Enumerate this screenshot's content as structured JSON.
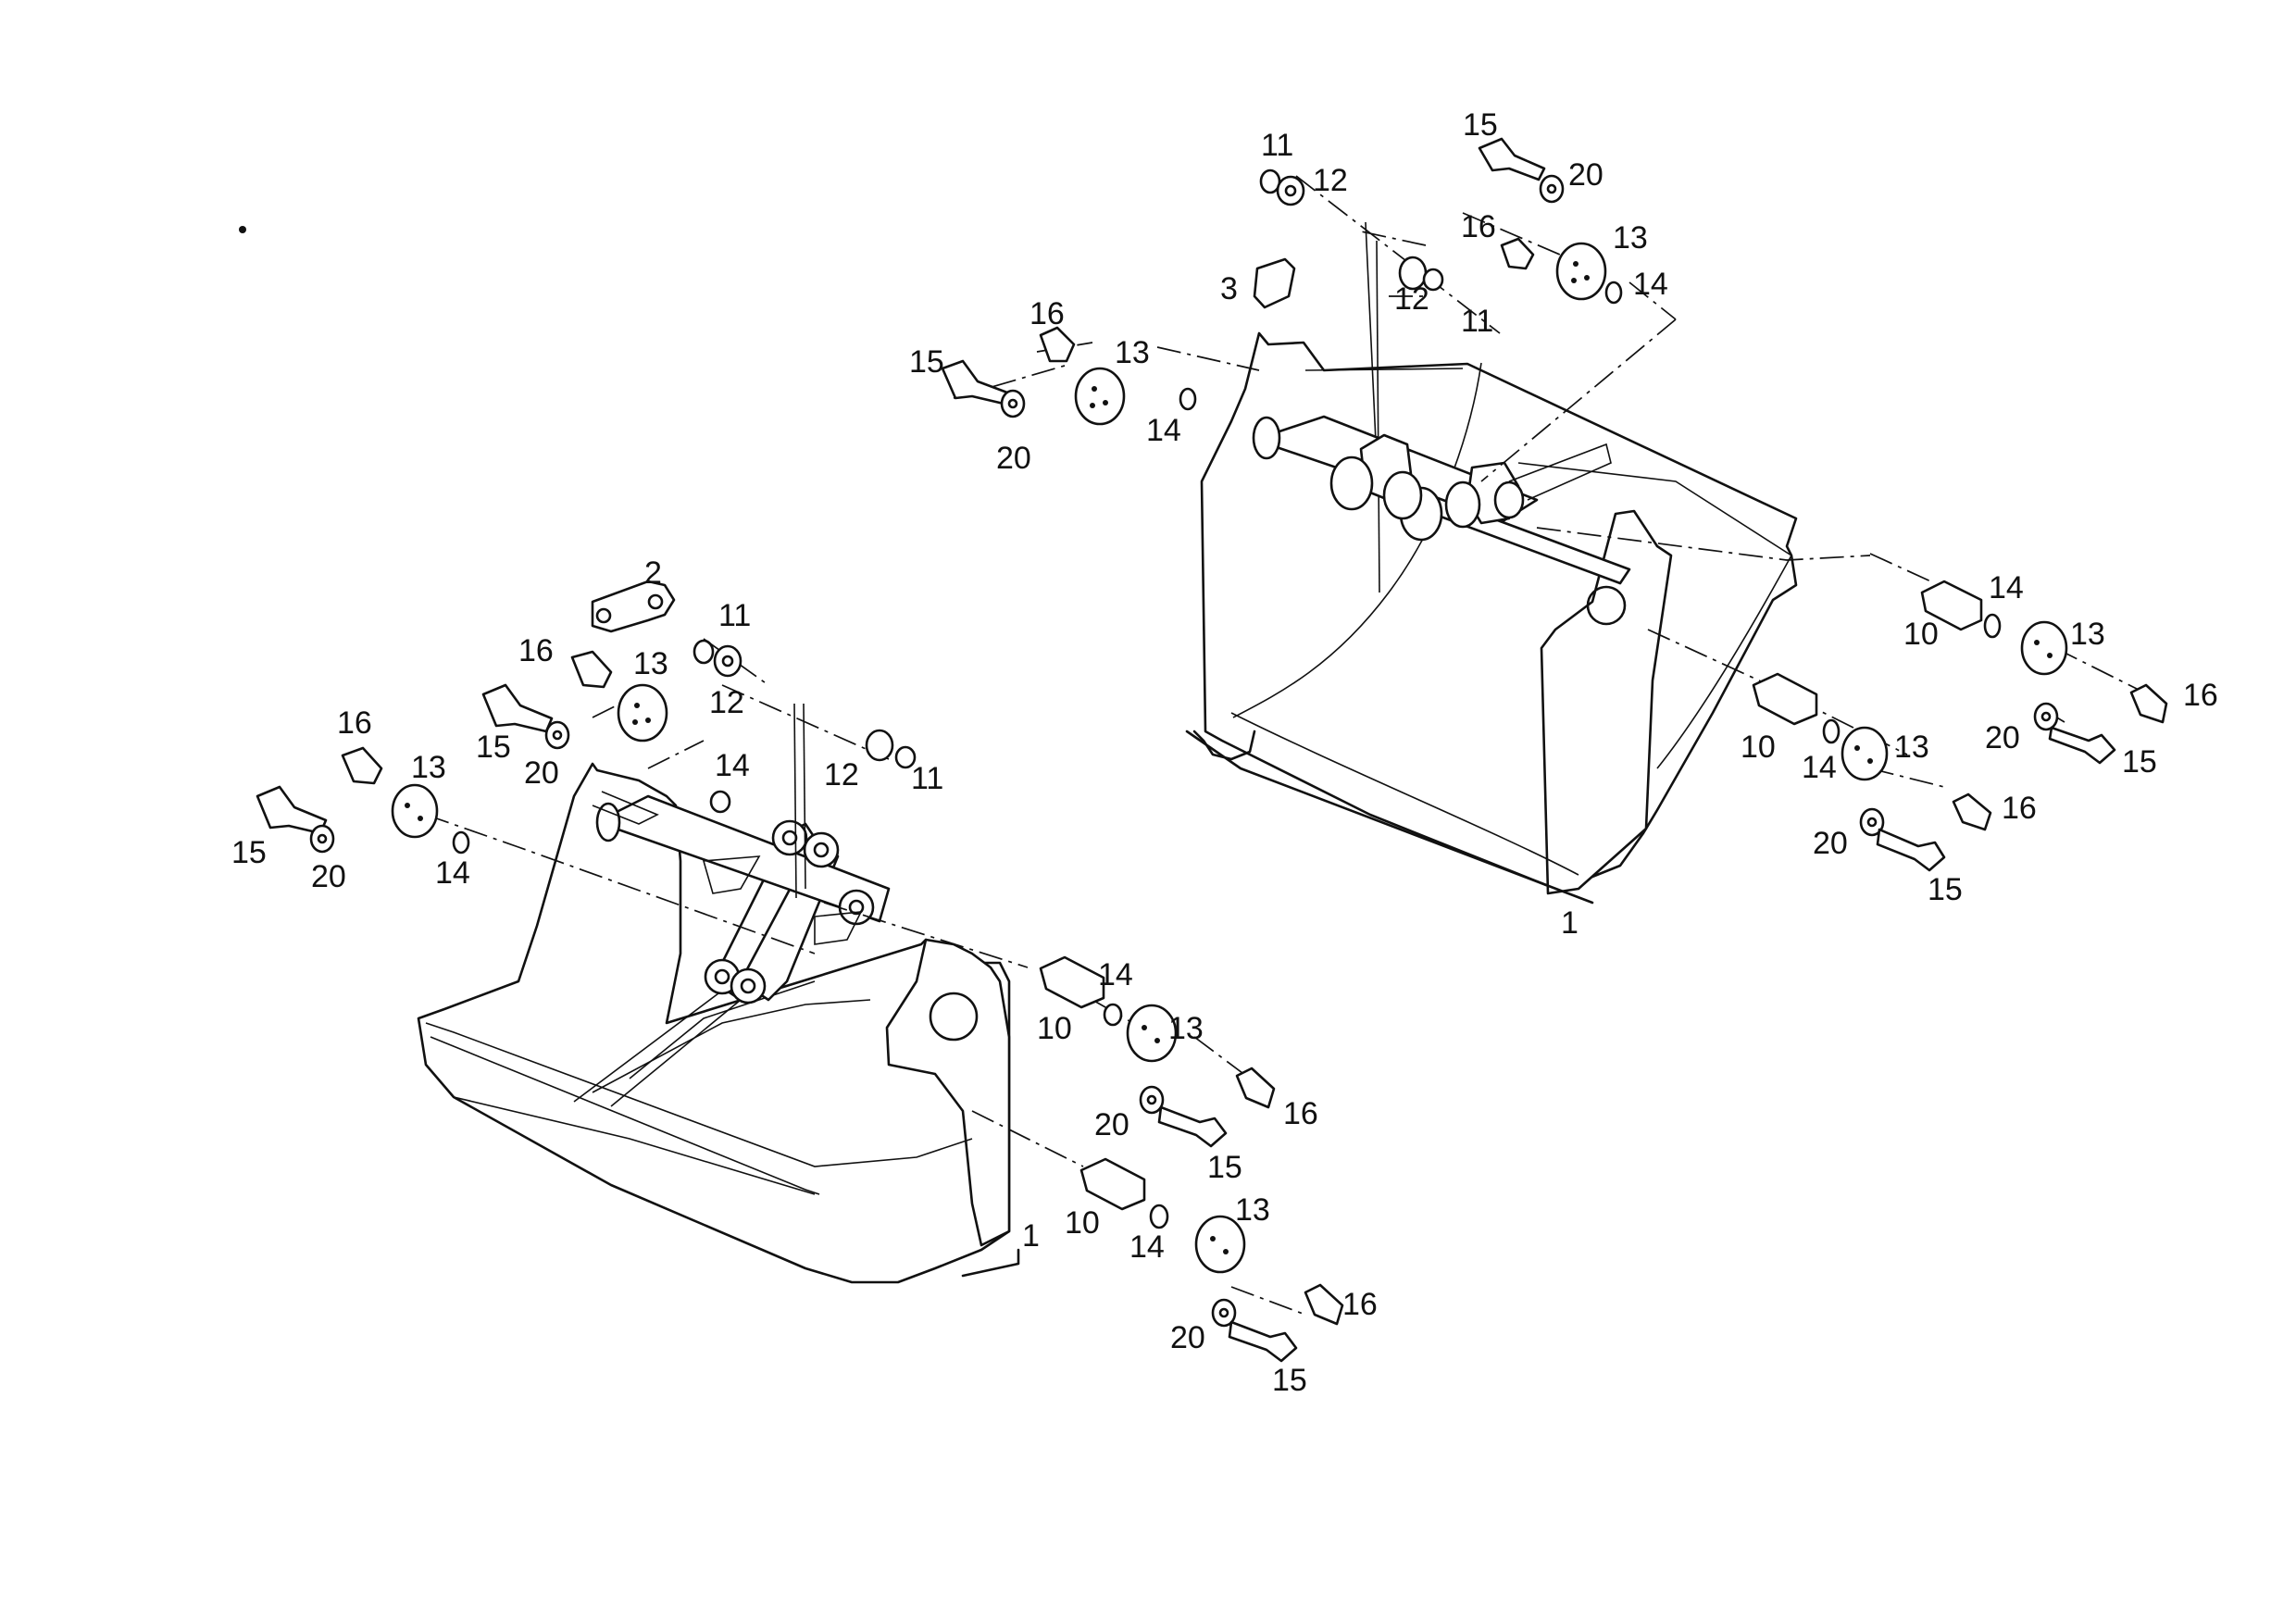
{
  "diagram": {
    "callouts": {
      "a1": "1",
      "a3": "3",
      "a11a": "11",
      "a12a": "12",
      "a15a": "15",
      "a20a": "20",
      "a16a": "16",
      "a13a": "13",
      "a12b": "12",
      "a11b": "11",
      "a14a": "14",
      "a16b": "16",
      "a13b": "13",
      "a15b": "15",
      "a20b": "20",
      "a14b": "14",
      "a10a": "10",
      "a14c": "14",
      "a13c": "13",
      "a20c": "20",
      "a16c": "16",
      "a15c": "15",
      "a10b": "10",
      "a14d": "14",
      "a13d": "13",
      "a16d": "16",
      "a20d": "20",
      "a15d": "15",
      "b1": "1",
      "b2": "2",
      "b11a": "11",
      "b12a": "12",
      "b16a": "16",
      "b13a": "13",
      "b15a": "15",
      "b20a": "20",
      "b12b": "12",
      "b11b": "11",
      "b14a": "14",
      "b16b": "16",
      "b13b": "13",
      "b15b": "15",
      "b20b": "20",
      "b14b": "14",
      "b14c": "14",
      "b10a": "10",
      "b13c": "13",
      "b16c": "16",
      "b20c": "20",
      "b15c": "15",
      "b13d": "13",
      "b10b": "10",
      "b14d": "14",
      "b16d": "16",
      "b20d": "20",
      "b15d": "15"
    }
  }
}
